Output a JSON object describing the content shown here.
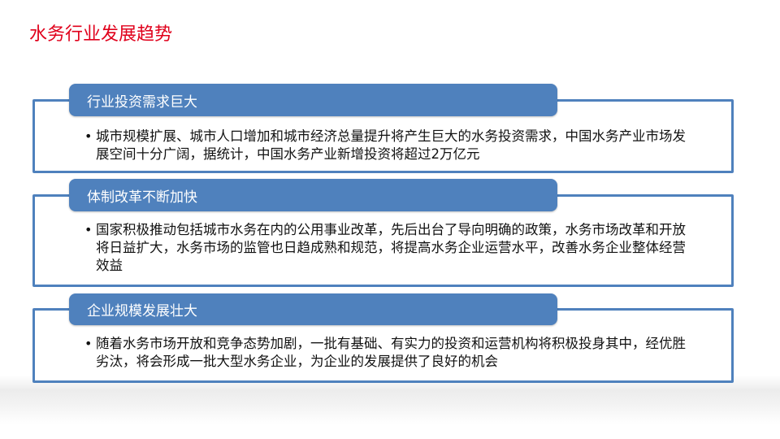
{
  "slide": {
    "title": "水务行业发展趋势",
    "title_color": "#e0001b",
    "accent_color": "#4f81bd"
  },
  "panels": [
    {
      "heading": "行业投资需求巨大",
      "bullet": "•",
      "text": "城市规模扩展、城市人口增加和城市经济总量提升将产生巨大的水务投资需求，中国水务产业市场发展空间十分广阔，据统计，中国水务产业新增投资将超过2万亿元"
    },
    {
      "heading": "体制改革不断加快",
      "bullet": "•",
      "text": "国家积极推动包括城市水务在内的公用事业改革，先后出台了导向明确的政策，水务市场改革和开放将日益扩大，水务市场的监管也日趋成熟和规范，将提高水务企业运营水平，改善水务企业整体经营效益"
    },
    {
      "heading": "企业规模发展壮大",
      "bullet": "•",
      "text": "随着水务市场开放和竞争态势加剧，一批有基础、有实力的投资和运营机构将积极投身其中，经优胜劣汰，将会形成一批大型水务企业，为企业的发展提供了良好的机会"
    }
  ]
}
